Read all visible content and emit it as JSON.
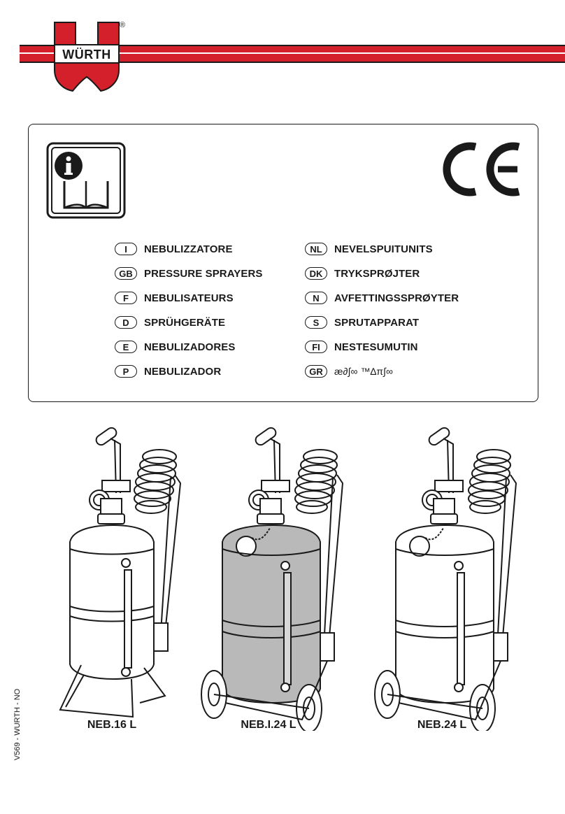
{
  "brand": {
    "name": "WÜRTH",
    "registered": "®"
  },
  "languages_left": [
    {
      "code": "I",
      "label": "NEBULIZZATORE"
    },
    {
      "code": "GB",
      "label": "PRESSURE SPRAYERS"
    },
    {
      "code": "F",
      "label": "NEBULISATEURS"
    },
    {
      "code": "D",
      "label": "SPRÜHGERÄTE"
    },
    {
      "code": "E",
      "label": "NEBULIZADORES"
    },
    {
      "code": "P",
      "label": "NEBULIZADOR"
    }
  ],
  "languages_right": [
    {
      "code": "NL",
      "label": "NEVELSPUITUNITS"
    },
    {
      "code": "DK",
      "label": "TRYKSPRØJTER"
    },
    {
      "code": "N",
      "label": "AVFETTINGSSPRØYTER"
    },
    {
      "code": "S",
      "label": "SPRUTAPPARAT"
    },
    {
      "code": "FI",
      "label": "NESTESUMUTIN"
    },
    {
      "code": "GR",
      "label": "æ∂∫∞  ™∆π∫∞"
    }
  ],
  "products": [
    {
      "model": "NEB.16 L",
      "tank_color": "#ffffff"
    },
    {
      "model": "NEB.I.24 L",
      "tank_color": "#b9b9b9"
    },
    {
      "model": "NEB.24 L",
      "tank_color": "#ffffff"
    }
  ],
  "side_code": "V569 - WURTH - NO",
  "colors": {
    "brand_red": "#d4202b",
    "outline": "#1a1a1a"
  },
  "icons": {
    "manual": "info-book-icon",
    "ce": "ce-mark-icon"
  }
}
